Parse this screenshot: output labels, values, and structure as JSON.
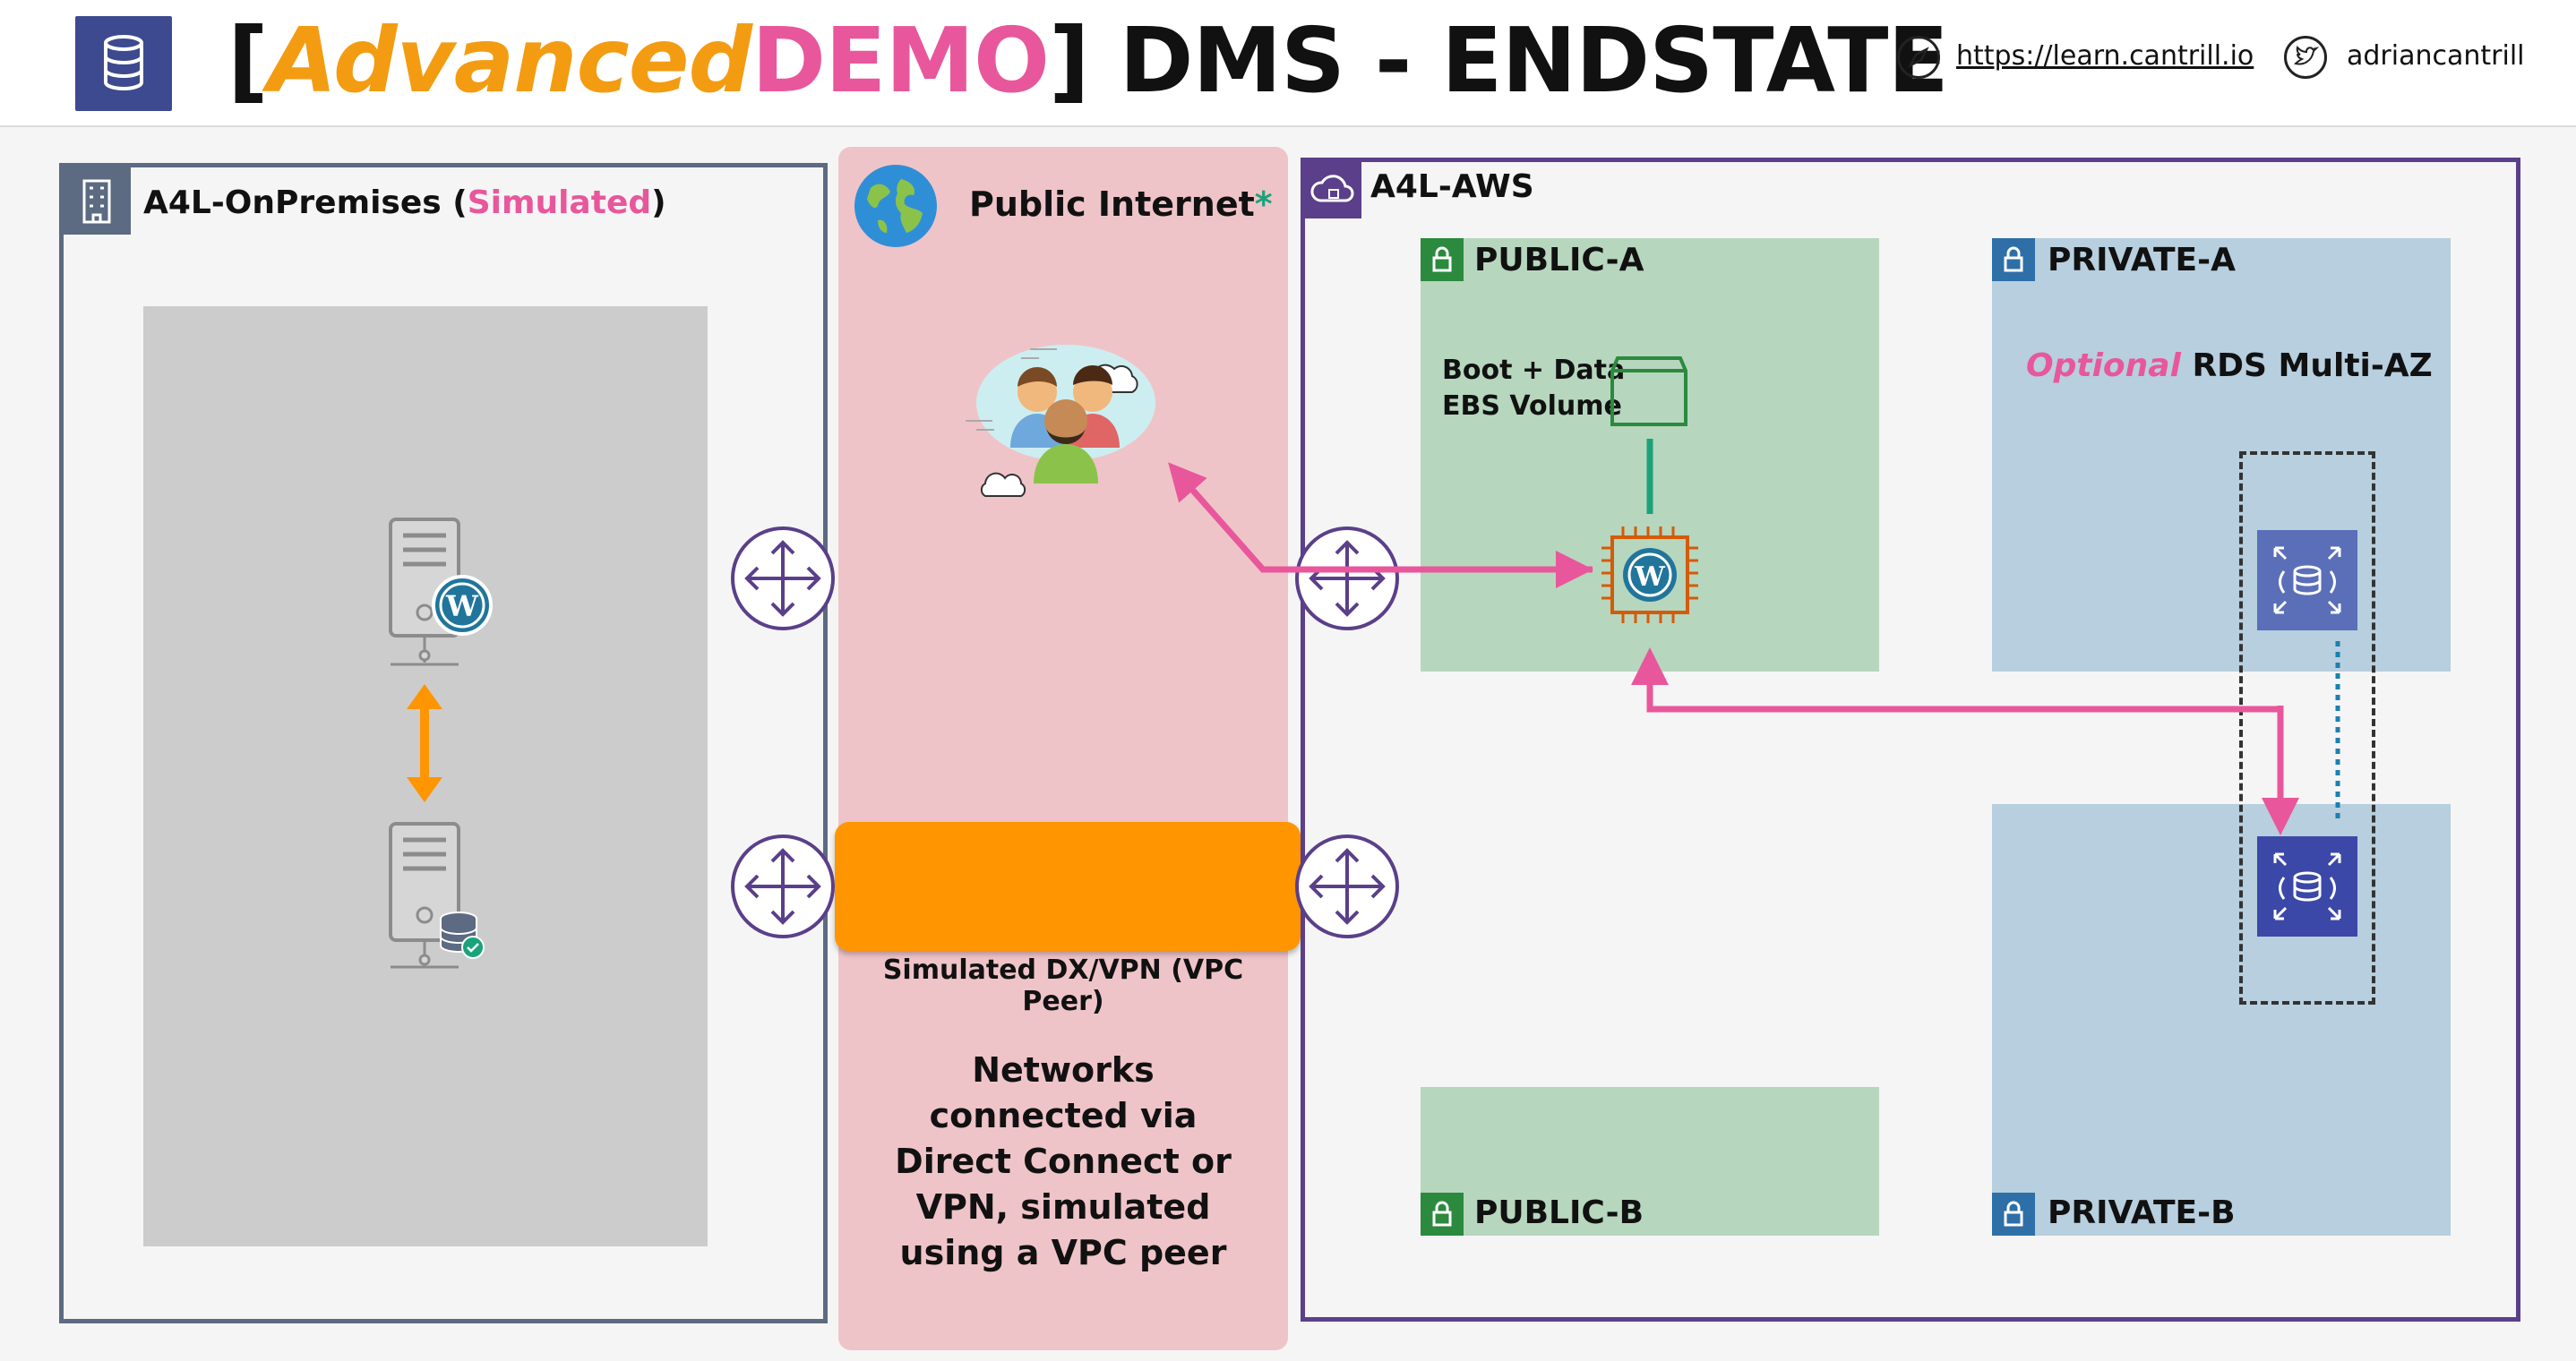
{
  "header": {
    "title_open": "[",
    "title_advanced": "Advanced",
    "title_demo": "DEMO",
    "title_rest": "] DMS - ENDSTATE",
    "link_url": "https://learn.cantrill.io",
    "link_twitter": "adriancantrill"
  },
  "onprem": {
    "label_main": "A4L-OnPremises (",
    "label_sim": "Simulated",
    "label_close": ")"
  },
  "internet": {
    "label": "Public Internet",
    "label_star": "*",
    "dx_label": "Simulated DX/VPN (VPC Peer)",
    "note_lines": [
      "Networks",
      "connected via",
      "Direct Connect or",
      "VPN, simulated",
      "using a VPC peer"
    ]
  },
  "aws": {
    "label": "A4L-AWS",
    "public_a": "PUBLIC-A",
    "public_b": "PUBLIC-B",
    "private_a": "PRIVATE-A",
    "private_b": "PRIVATE-B",
    "ebs_line1": "Boot + Data",
    "ebs_line2": "EBS Volume",
    "rds_optional": "Optional",
    "rds_rest": " RDS Multi-AZ"
  },
  "colors": {
    "pink_arrow": "#e8579b",
    "orange": "#ff9500",
    "router_purple": "#5b3f8a",
    "ec2_orange": "#d45b07",
    "rds_blue": "#3b48cc",
    "ebs_green": "#2b8a3e",
    "teal": "#1aa37a"
  },
  "icons": [
    "database-icon",
    "compass-icon",
    "twitter-icon",
    "building-icon",
    "globe-icon",
    "users-icon",
    "cloud-icon",
    "router-icon",
    "server-icon",
    "wordpress-icon",
    "database-server-icon",
    "ebs-volume-icon",
    "ec2-chip-icon",
    "rds-icon",
    "lock-icon"
  ]
}
